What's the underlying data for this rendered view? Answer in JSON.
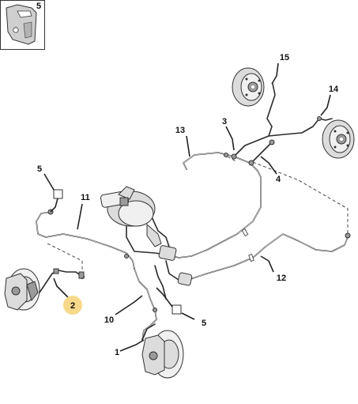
{
  "diagram": {
    "inset_label": "5",
    "highlight_color": "#f6d98a",
    "labels": {
      "l1": "1",
      "l2": "2",
      "l3": "3",
      "l4": "4",
      "l5_inset": "5",
      "l5_left": "5",
      "l5_right": "5",
      "l10": "10",
      "l11": "11",
      "l12": "12",
      "l13": "13",
      "l14": "14",
      "l15": "15"
    }
  }
}
